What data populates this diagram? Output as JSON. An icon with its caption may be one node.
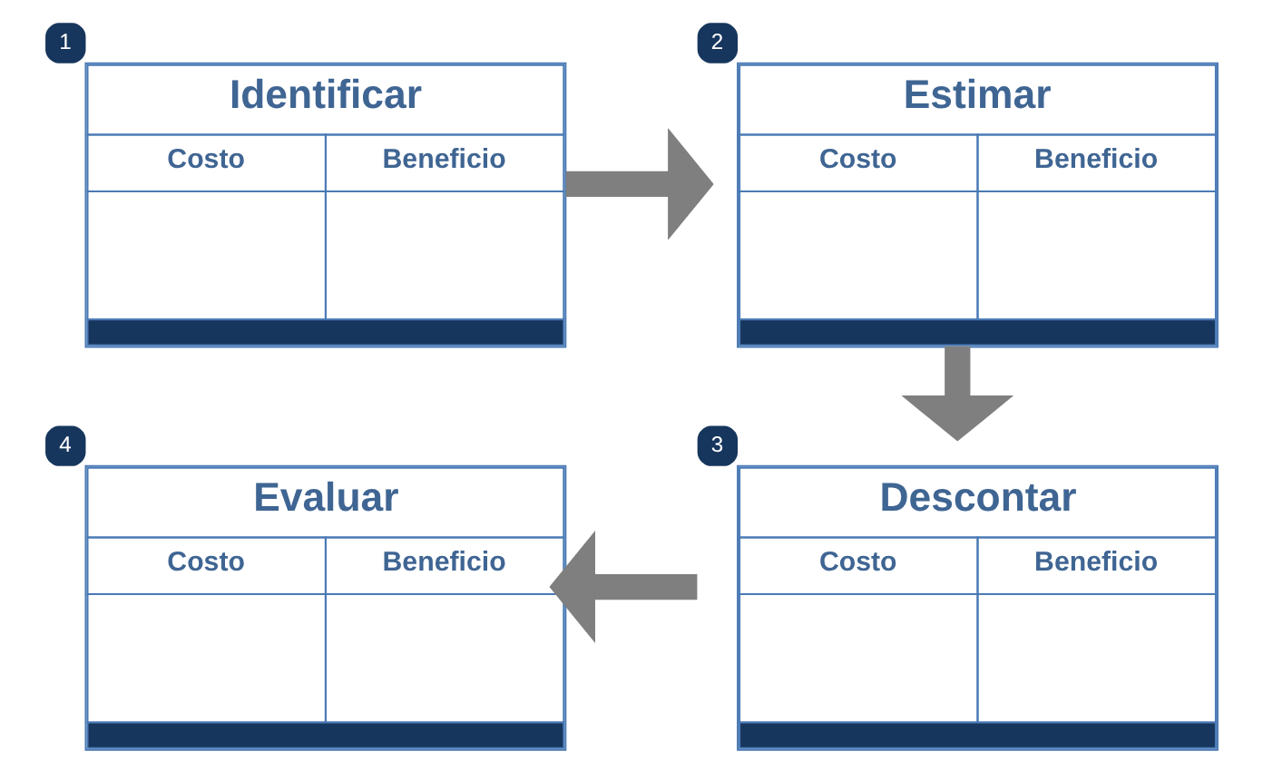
{
  "diagram": {
    "nodes": [
      {
        "text": [
          "1",
          "Identificar",
          "Costo",
          "Beneficio"
        ]
      },
      {
        "text": [
          "2",
          "Estimar",
          "Costo",
          "Beneficio"
        ]
      },
      {
        "text": [
          "3",
          "Descontar",
          "Costo",
          "Beneficio"
        ]
      },
      {
        "text": [
          "4",
          "Evaluar",
          "Costo",
          "Beneficio"
        ]
      }
    ],
    "edges": [
      {
        "from": 0,
        "to": 1,
        "arrow": "to"
      },
      {
        "from": 1,
        "to": 2,
        "arrow": "to"
      },
      {
        "from": 2,
        "to": 3,
        "arrow": "to"
      }
    ]
  }
}
